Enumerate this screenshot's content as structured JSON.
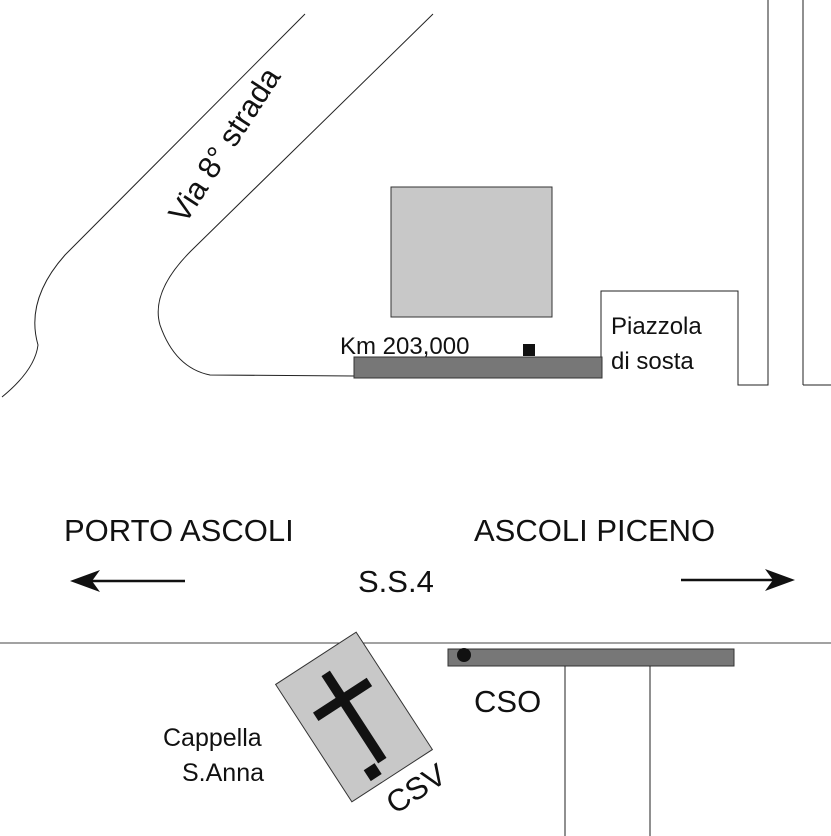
{
  "roads": {
    "via_8_strada": "Via 8° strada",
    "main_road": "S.S.4"
  },
  "directions": {
    "left": "PORTO ASCOLI",
    "right": "ASCOLI PICENO"
  },
  "labels": {
    "km_marker": "Km 203,000",
    "piazzola_line1": "Piazzola",
    "piazzola_line2": "di sosta",
    "cso": "CSO",
    "csv": "CSV",
    "chapel_line1": "Cappella",
    "chapel_line2": "S.Anna"
  },
  "colors": {
    "building": "#c8c8c8",
    "bar": "#777777",
    "line": "#222222"
  }
}
